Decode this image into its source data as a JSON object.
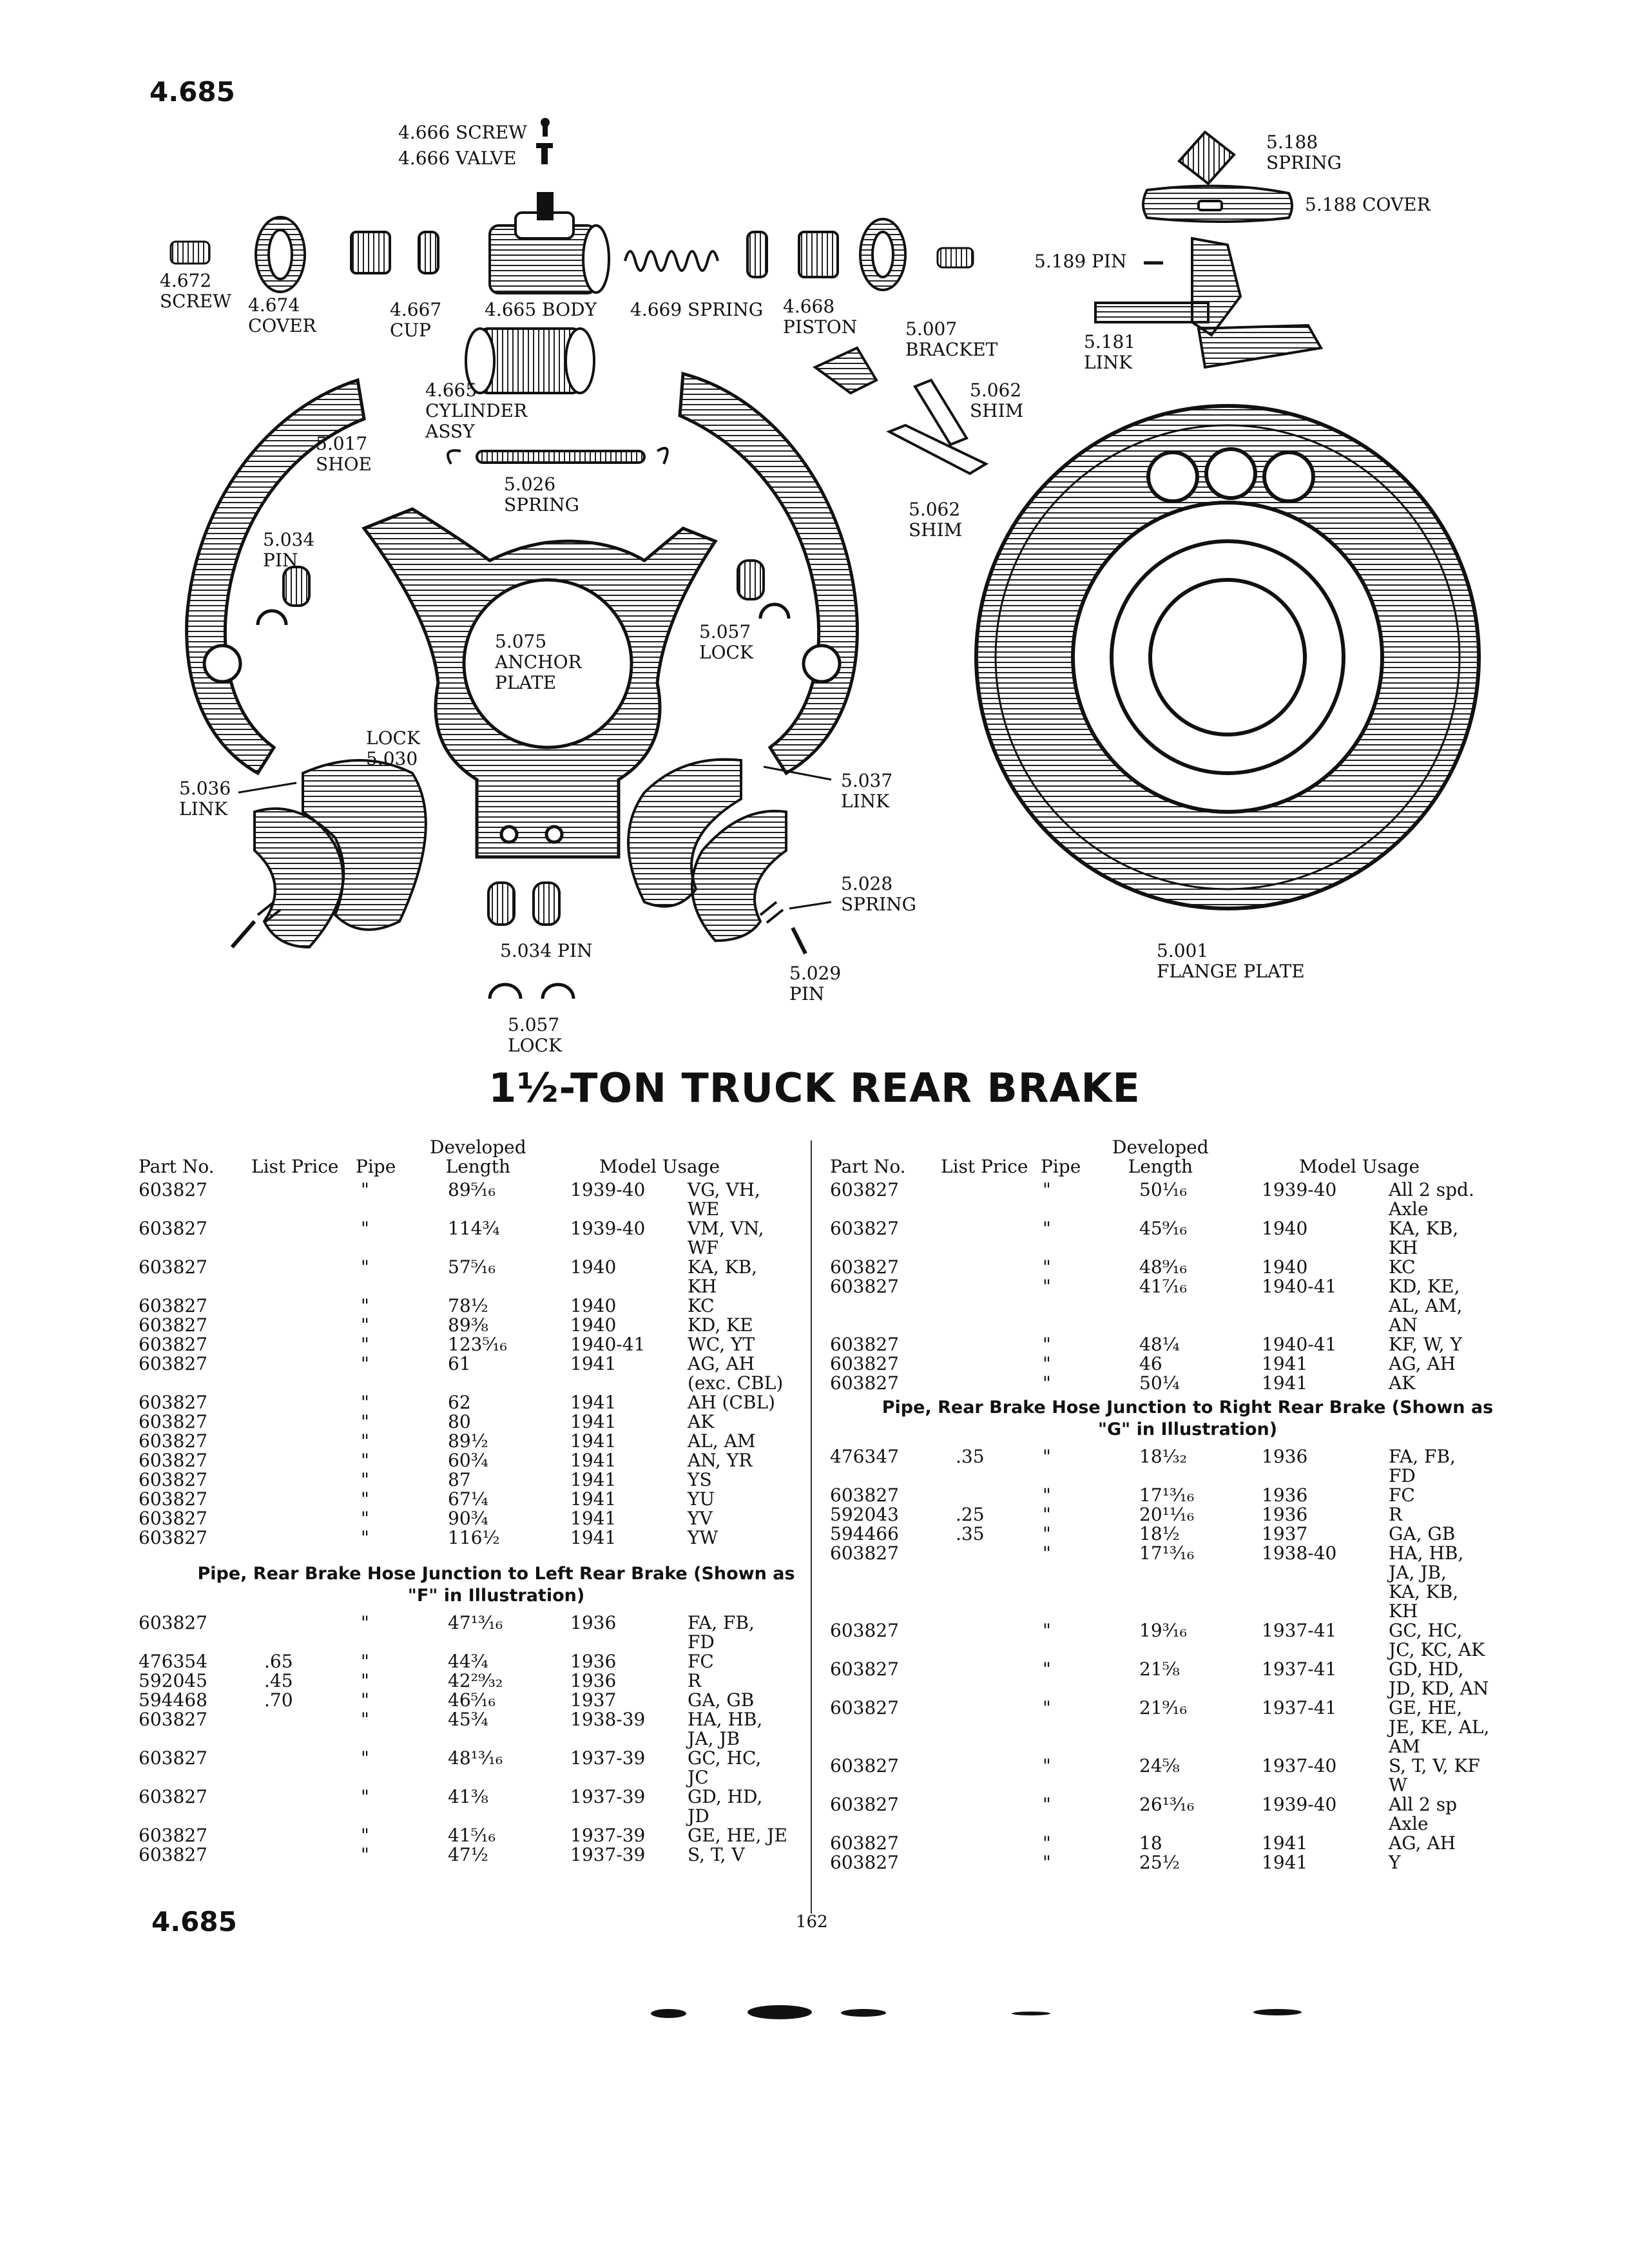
{
  "page": {
    "code_top": "4.685",
    "code_bottom": "4.685",
    "page_number": "162"
  },
  "title": "1½-TON TRUCK REAR BRAKE",
  "diagram": {
    "labels": [
      {
        "id": "screw-4666",
        "text": "4.666 SCREW"
      },
      {
        "id": "valve-4666",
        "text": "4.666 VALVE"
      },
      {
        "id": "spring-5188",
        "text": "5.188\nSPRING"
      },
      {
        "id": "cover-5188",
        "text": "5.188 COVER"
      },
      {
        "id": "screw-4672",
        "text": "4.672\nSCREW"
      },
      {
        "id": "cover-4674",
        "text": "4.674\nCOVER"
      },
      {
        "id": "cup-4667",
        "text": "4.667\nCUP"
      },
      {
        "id": "body-4665",
        "text": "4.665 BODY"
      },
      {
        "id": "spring-4669",
        "text": "4.669 SPRING"
      },
      {
        "id": "piston-4668",
        "text": "4.668\nPISTON"
      },
      {
        "id": "pin-5189",
        "text": "5.189 PIN"
      },
      {
        "id": "bracket-5007",
        "text": "5.007\nBRACKET"
      },
      {
        "id": "link-5181",
        "text": "5.181\nLINK"
      },
      {
        "id": "cyl-4665",
        "text": "4.665\nCYLINDER\nASSY"
      },
      {
        "id": "shim-5062a",
        "text": "5.062\nSHIM"
      },
      {
        "id": "shoe-5017",
        "text": "5.017\nSHOE"
      },
      {
        "id": "spring-5026",
        "text": "5.026\nSPRING"
      },
      {
        "id": "shim-5062b",
        "text": "5.062\nSHIM"
      },
      {
        "id": "pin-5034a",
        "text": "5.034\nPIN"
      },
      {
        "id": "anchor-5075",
        "text": "5.075\nANCHOR\nPLATE"
      },
      {
        "id": "lock-5057a",
        "text": "5.057\nLOCK"
      },
      {
        "id": "lock-5030",
        "text": "LOCK\n5.030"
      },
      {
        "id": "link-5036",
        "text": "5.036\nLINK"
      },
      {
        "id": "link-5037",
        "text": "5.037\nLINK"
      },
      {
        "id": "spring-5028",
        "text": "5.028\nSPRING"
      },
      {
        "id": "pin-5034b",
        "text": "5.034 PIN"
      },
      {
        "id": "pin-5029",
        "text": "5.029\nPIN"
      },
      {
        "id": "lock-5057b",
        "text": "5.057\nLOCK"
      },
      {
        "id": "flange-5001",
        "text": "5.001\nFLANGE PLATE"
      }
    ]
  },
  "table_headers": {
    "part_no": "Part No.",
    "list_price": "List Price",
    "pipe": "Pipe",
    "developed_length": "Developed\nLength",
    "model_usage": "Model Usage"
  },
  "left_column": {
    "block1": [
      {
        "part": "603827",
        "price": "",
        "pipe": "\"",
        "length": "89⁵⁄₁₆",
        "year": "1939-40",
        "usage": "VG, VH,\nWE"
      },
      {
        "part": "603827",
        "price": "",
        "pipe": "\"",
        "length": "114¾",
        "year": "1939-40",
        "usage": "VM, VN,\nWF"
      },
      {
        "part": "603827",
        "price": "",
        "pipe": "\"",
        "length": "57⁵⁄₁₆",
        "year": "1940",
        "usage": "KA, KB,\nKH"
      },
      {
        "part": "603827",
        "price": "",
        "pipe": "\"",
        "length": "78½",
        "year": "1940",
        "usage": "KC"
      },
      {
        "part": "603827",
        "price": "",
        "pipe": "\"",
        "length": "89⅜",
        "year": "1940",
        "usage": "KD, KE"
      },
      {
        "part": "603827",
        "price": "",
        "pipe": "\"",
        "length": "123⁵⁄₁₆",
        "year": "1940-41",
        "usage": "WC, YT"
      },
      {
        "part": "603827",
        "price": "",
        "pipe": "\"",
        "length": "61",
        "year": "1941",
        "usage": "AG, AH\n(exc. CBL)"
      },
      {
        "part": "603827",
        "price": "",
        "pipe": "\"",
        "length": "62",
        "year": "1941",
        "usage": "AH (CBL)"
      },
      {
        "part": "603827",
        "price": "",
        "pipe": "\"",
        "length": "80",
        "year": "1941",
        "usage": "AK"
      },
      {
        "part": "603827",
        "price": "",
        "pipe": "\"",
        "length": "89½",
        "year": "1941",
        "usage": "AL, AM"
      },
      {
        "part": "603827",
        "price": "",
        "pipe": "\"",
        "length": "60¾",
        "year": "1941",
        "usage": "AN, YR"
      },
      {
        "part": "603827",
        "price": "",
        "pipe": "\"",
        "length": "87",
        "year": "1941",
        "usage": "YS"
      },
      {
        "part": "603827",
        "price": "",
        "pipe": "\"",
        "length": "67¼",
        "year": "1941",
        "usage": "YU"
      },
      {
        "part": "603827",
        "price": "",
        "pipe": "\"",
        "length": "90¾",
        "year": "1941",
        "usage": "YV"
      },
      {
        "part": "603827",
        "price": "",
        "pipe": "\"",
        "length": "116½",
        "year": "1941",
        "usage": "YW"
      }
    ],
    "section_heading": "Pipe, Rear Brake Hose Junction to Left Rear Brake (Shown as\n\"F\" in Illustration)",
    "block2": [
      {
        "part": "603827",
        "price": "",
        "pipe": "\"",
        "length": "47¹³⁄₁₆",
        "year": "1936",
        "usage": "FA, FB,\nFD"
      },
      {
        "part": "476354",
        "price": ".65",
        "pipe": "\"",
        "length": "44¾",
        "year": "1936",
        "usage": "FC"
      },
      {
        "part": "592045",
        "price": ".45",
        "pipe": "\"",
        "length": "42²⁹⁄₃₂",
        "year": "1936",
        "usage": "R"
      },
      {
        "part": "594468",
        "price": ".70",
        "pipe": "\"",
        "length": "46⁵⁄₁₆",
        "year": "1937",
        "usage": "GA, GB"
      },
      {
        "part": "603827",
        "price": "",
        "pipe": "\"",
        "length": "45¾",
        "year": "1938-39",
        "usage": "HA, HB,\nJA, JB"
      },
      {
        "part": "603827",
        "price": "",
        "pipe": "\"",
        "length": "48¹³⁄₁₆",
        "year": "1937-39",
        "usage": "GC, HC,\nJC"
      },
      {
        "part": "603827",
        "price": "",
        "pipe": "\"",
        "length": "41⅜",
        "year": "1937-39",
        "usage": "GD, HD,\nJD"
      },
      {
        "part": "603827",
        "price": "",
        "pipe": "\"",
        "length": "41⁵⁄₁₆",
        "year": "1937-39",
        "usage": "GE, HE, JE"
      },
      {
        "part": "603827",
        "price": "",
        "pipe": "\"",
        "length": "47½",
        "year": "1937-39",
        "usage": "S, T, V"
      }
    ]
  },
  "right_column": {
    "block1": [
      {
        "part": "603827",
        "price": "",
        "pipe": "\"",
        "length": "50¹⁄₁₆",
        "year": "1939-40",
        "usage": "All 2 spd.\nAxle"
      },
      {
        "part": "603827",
        "price": "",
        "pipe": "\"",
        "length": "45⁹⁄₁₆",
        "year": "1940",
        "usage": "KA, KB,\nKH"
      },
      {
        "part": "603827",
        "price": "",
        "pipe": "\"",
        "length": "48⁹⁄₁₆",
        "year": "1940",
        "usage": "KC"
      },
      {
        "part": "603827",
        "price": "",
        "pipe": "\"",
        "length": "41⁷⁄₁₆",
        "year": "1940-41",
        "usage": "KD, KE,\nAL, AM,\nAN"
      },
      {
        "part": "603827",
        "price": "",
        "pipe": "\"",
        "length": "48¼",
        "year": "1940-41",
        "usage": "KF, W, Y"
      },
      {
        "part": "603827",
        "price": "",
        "pipe": "\"",
        "length": "46",
        "year": "1941",
        "usage": "AG, AH"
      },
      {
        "part": "603827",
        "price": "",
        "pipe": "\"",
        "length": "50¼",
        "year": "1941",
        "usage": "AK"
      }
    ],
    "section_heading": "Pipe, Rear Brake Hose Junction to Right Rear Brake (Shown as\n\"G\" in Illustration)",
    "block2": [
      {
        "part": "476347",
        "price": ".35",
        "pipe": "\"",
        "length": "18¹⁄₃₂",
        "year": "1936",
        "usage": "FA, FB,\nFD"
      },
      {
        "part": "603827",
        "price": "",
        "pipe": "\"",
        "length": "17¹³⁄₁₆",
        "year": "1936",
        "usage": "FC"
      },
      {
        "part": "592043",
        "price": ".25",
        "pipe": "\"",
        "length": "20¹¹⁄₁₆",
        "year": "1936",
        "usage": "R"
      },
      {
        "part": "594466",
        "price": ".35",
        "pipe": "\"",
        "length": "18½",
        "year": "1937",
        "usage": "GA, GB"
      },
      {
        "part": "603827",
        "price": "",
        "pipe": "\"",
        "length": "17¹³⁄₁₆",
        "year": "1938-40",
        "usage": "HA, HB,\nJA, JB,\nKA, KB,\nKH"
      },
      {
        "part": "603827",
        "price": "",
        "pipe": "\"",
        "length": "19³⁄₁₆",
        "year": "1937-41",
        "usage": "GC, HC,\nJC, KC, AK"
      },
      {
        "part": "603827",
        "price": "",
        "pipe": "\"",
        "length": "21⅝",
        "year": "1937-41",
        "usage": "GD, HD,\nJD, KD, AN"
      },
      {
        "part": "603827",
        "price": "",
        "pipe": "\"",
        "length": "21⁹⁄₁₆",
        "year": "1937-41",
        "usage": "GE, HE,\nJE, KE, AL,\nAM"
      },
      {
        "part": "603827",
        "price": "",
        "pipe": "\"",
        "length": "24⅝",
        "year": "1937-40",
        "usage": "S, T, V, KF\nW"
      },
      {
        "part": "603827",
        "price": "",
        "pipe": "\"",
        "length": "26¹³⁄₁₆",
        "year": "1939-40",
        "usage": "All 2 sp\nAxle"
      },
      {
        "part": "603827",
        "price": "",
        "pipe": "\"",
        "length": "18",
        "year": "1941",
        "usage": "AG, AH"
      },
      {
        "part": "603827",
        "price": "",
        "pipe": "\"",
        "length": "25½",
        "year": "1941",
        "usage": "Y"
      }
    ]
  }
}
